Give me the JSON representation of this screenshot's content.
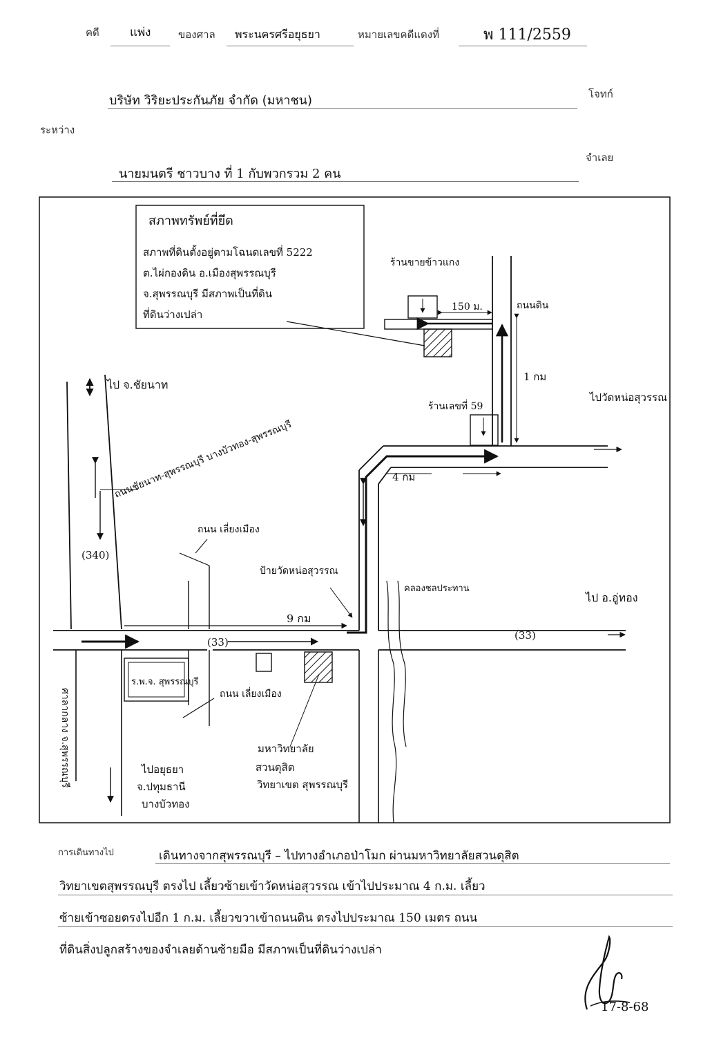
{
  "header": {
    "case_label": "คดี",
    "case_type_hw": "แพ่ง",
    "court_label": "ของศาล",
    "court_hw": "พระนครศรีอยุธยา",
    "red_number_label": "หมายเลขคดีแดงที่",
    "red_number_hw": "พ 111/2559",
    "plaintiff_name": "บริษัท วิริยะประกันภัย จำกัด (มหาชน)",
    "plaintiff_role": "โจทก์",
    "between_label": "ระหว่าง",
    "defendant_hw": "นายมนตรี ชาวบาง ที่ 1 กับพวกรวม 2 คน",
    "defendant_role": "จำเลย"
  },
  "map": {
    "box_title": "สภาพทรัพย์ที่ยึด",
    "box_lines": [
      "สภาพที่ดินตั้งอยู่ตามโฉนดเลขที่ 5222",
      "ต.ไผ่กองดิน อ.เมืองสุพรรณบุรี",
      "จ.สุพรรณบุรี มีสภาพเป็นที่ดิน",
      "ที่ดินว่างเปล่า"
    ],
    "labels": {
      "to_chainat": "ไป จ.ชัยนาท",
      "road_340": "ถนนชัยนาท-สุพรรณบุรี บางบัวทอง-สุพรรณบุรี",
      "route_340": "(340)",
      "lane_top": "ถนน เลี่ยงเมือง",
      "lane_bottom": "ถนน เลี่ยงเมือง",
      "route_33_left": "(33)",
      "route_33_right": "(33)",
      "dist_9km": "9 กม",
      "dist_4km": "4 กม",
      "dist_1km": "1 กม",
      "dist_150m": "150 ม.",
      "wat_sign": "ป้ายวัดหน่อสุวรรณ",
      "canal": "คลองชลประทาน",
      "to_u_thong": "ไป อ.อู่ทอง",
      "to_wat": "ไปวัดหน่อสุวรรณ",
      "dirt_road": "ถนนดิน",
      "shop_top": "ร้านขายข้าวแกง",
      "shop_59": "ร้านเลขที่ 59",
      "provincial_hall": "ศาลากลาง จ.สุพรรณบุรี",
      "hospital": "ร.พ.จ. สุพรรณบุรี",
      "university_1": "มหาวิทยาลัย",
      "university_2": "สวนดุสิต",
      "university_3": "วิทยาเขต สุพรรณบุรี",
      "to_ayutthaya_1": "ไปอยุธยา",
      "to_ayutthaya_2": "จ.ปทุมธานี",
      "to_ayutthaya_3": "บางบัวทอง"
    }
  },
  "directions": {
    "label": "การเดินทางไป",
    "lines": [
      "เดินทางจากสุพรรณบุรี – ไปทางอำเภอป่าโมก ผ่านมหาวิทยาลัยสวนดุสิต",
      "วิทยาเขตสุพรรณบุรี ตรงไป เลี้ยวซ้ายเข้าวัดหน่อสุวรรณ เข้าไปประมาณ 4 ก.ม. เลี้ยว",
      "ซ้ายเข้าซอยตรงไปอีก 1 ก.ม. เลี้ยวขวาเข้าถนนดิน ตรงไปประมาณ 150 เมตร ถนน",
      "ที่ดินสิ่งปลูกสร้างของจำเลยด้านซ้ายมือ มีสภาพเป็นที่ดินว่างเปล่า"
    ]
  },
  "signature": {
    "date": "17-8-68"
  }
}
